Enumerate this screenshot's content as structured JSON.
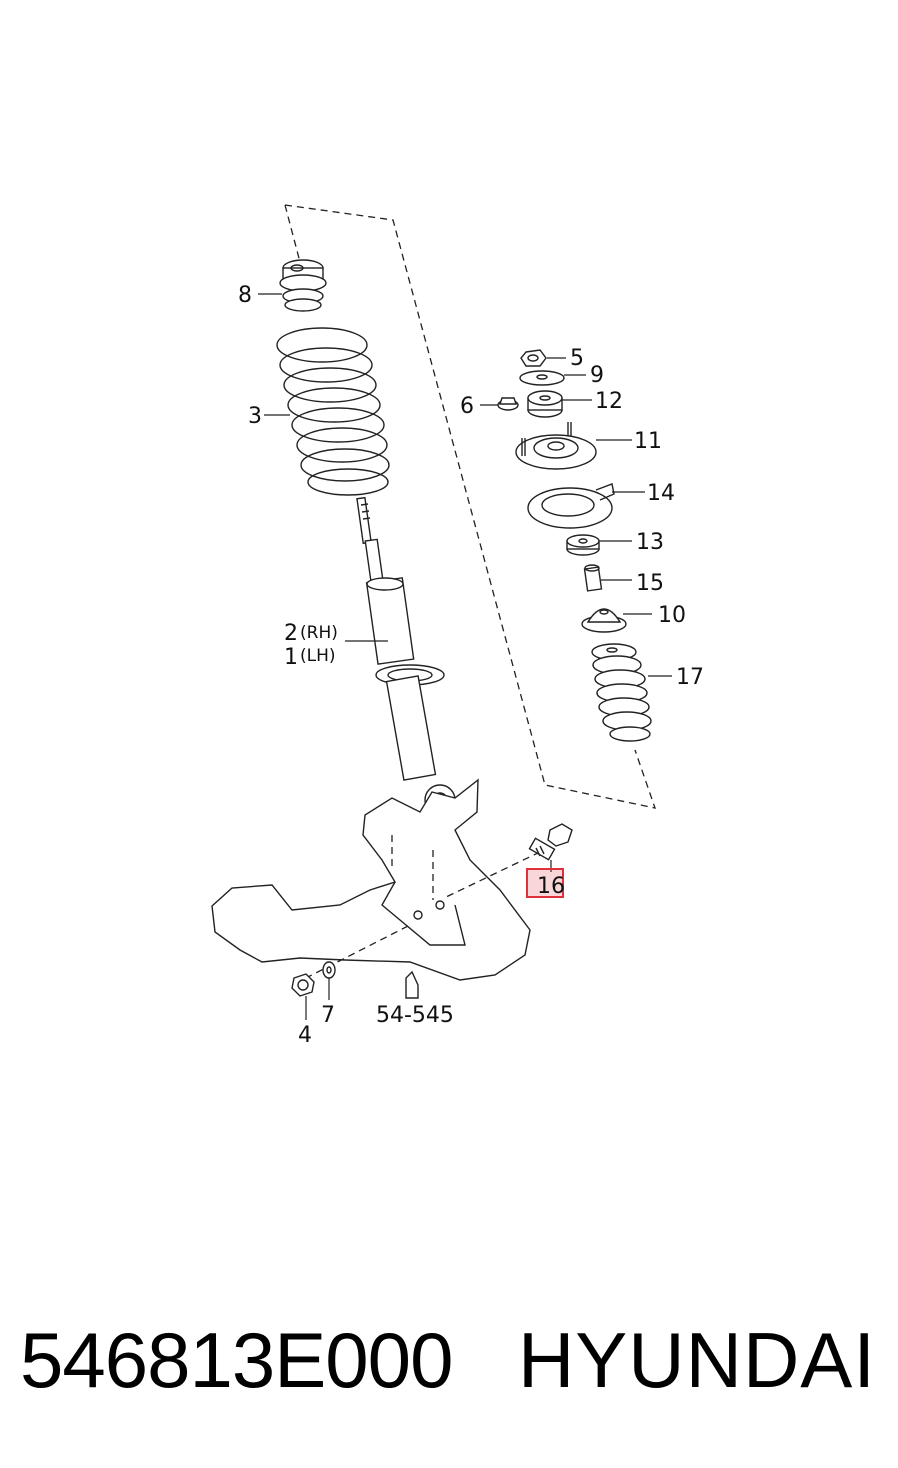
{
  "callouts": {
    "c1": "1",
    "c2": "2",
    "c3": "3",
    "c4": "4",
    "c5": "5",
    "c6": "6",
    "c7": "7",
    "c8": "8",
    "c9": "9",
    "c10": "10",
    "c11": "11",
    "c12": "12",
    "c13": "13",
    "c14": "14",
    "c15": "15",
    "c16": "16",
    "c17": "17",
    "rh": "(RH)",
    "lh": "(LH)",
    "ref": "54-545"
  },
  "highlight_color": "#e0303a",
  "footer": {
    "part_number": "546813E000",
    "brand": "HYUNDAI"
  }
}
